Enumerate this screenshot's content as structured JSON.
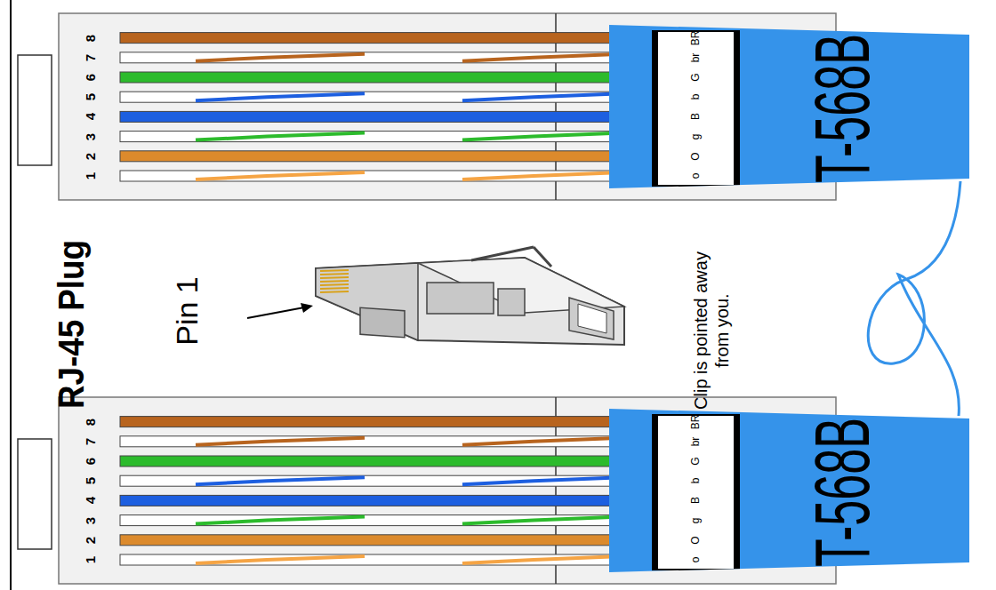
{
  "diagram": {
    "nodes": [
      {
        "text": [
          "T-568B"
        ]
      },
      {
        "text": [
          "o",
          "O",
          "g",
          "B",
          "b",
          "G",
          "br",
          "BR"
        ],
        "in": 0
      },
      {
        "text": [
          "T-568B"
        ]
      },
      {
        "text": [
          "o",
          "O",
          "g",
          "B",
          "b",
          "G",
          "br",
          "BR"
        ],
        "in": 2
      }
    ],
    "edges": [
      {
        "from": 0,
        "to": 2,
        "arrow": "none"
      }
    ],
    "labels": [
      "1",
      "2",
      "3",
      "4",
      "5",
      "6",
      "7",
      "8",
      "RJ-45 Plug",
      "Pin 1",
      "Clip is pointed away from you.",
      "1",
      "2",
      "3",
      "4",
      "5",
      "6",
      "7",
      "8"
    ]
  }
}
